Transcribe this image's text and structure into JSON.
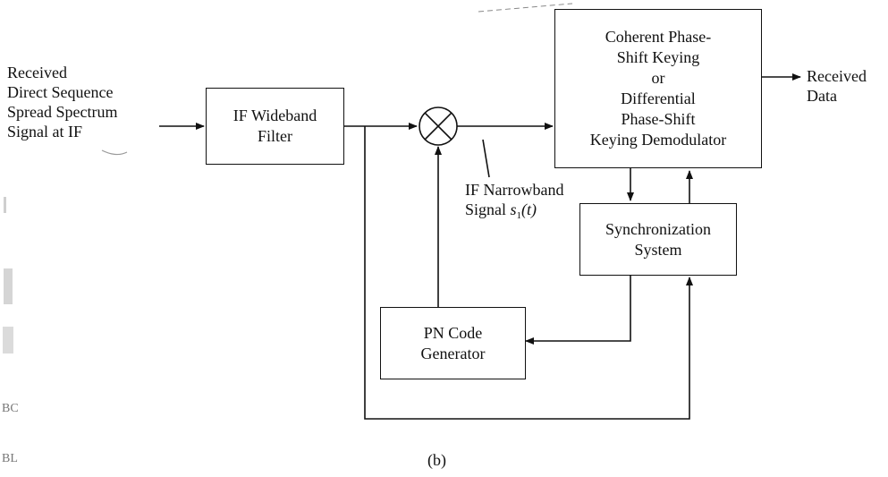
{
  "diagram": {
    "input_label": [
      "Received",
      "Direct Sequence",
      "Spread Spectrum",
      "Signal at IF"
    ],
    "if_filter": [
      "IF Wideband",
      "Filter"
    ],
    "demodulator": [
      "Coherent Phase-",
      "Shift Keying",
      "or",
      "Differential",
      "Phase-Shift",
      "Keying Demodulator"
    ],
    "output_label": [
      "Received",
      "Data"
    ],
    "narrowband_label": {
      "line1": "IF Narrowband",
      "line2_prefix": "Signal ",
      "symbol": "s",
      "subscript": "1",
      "arg": "(t)"
    },
    "sync_system": [
      "Synchronization",
      "System"
    ],
    "pn_generator": [
      "PN Code",
      "Generator"
    ],
    "caption": "(b)",
    "margin_marks": [
      "BC",
      "BL"
    ]
  }
}
